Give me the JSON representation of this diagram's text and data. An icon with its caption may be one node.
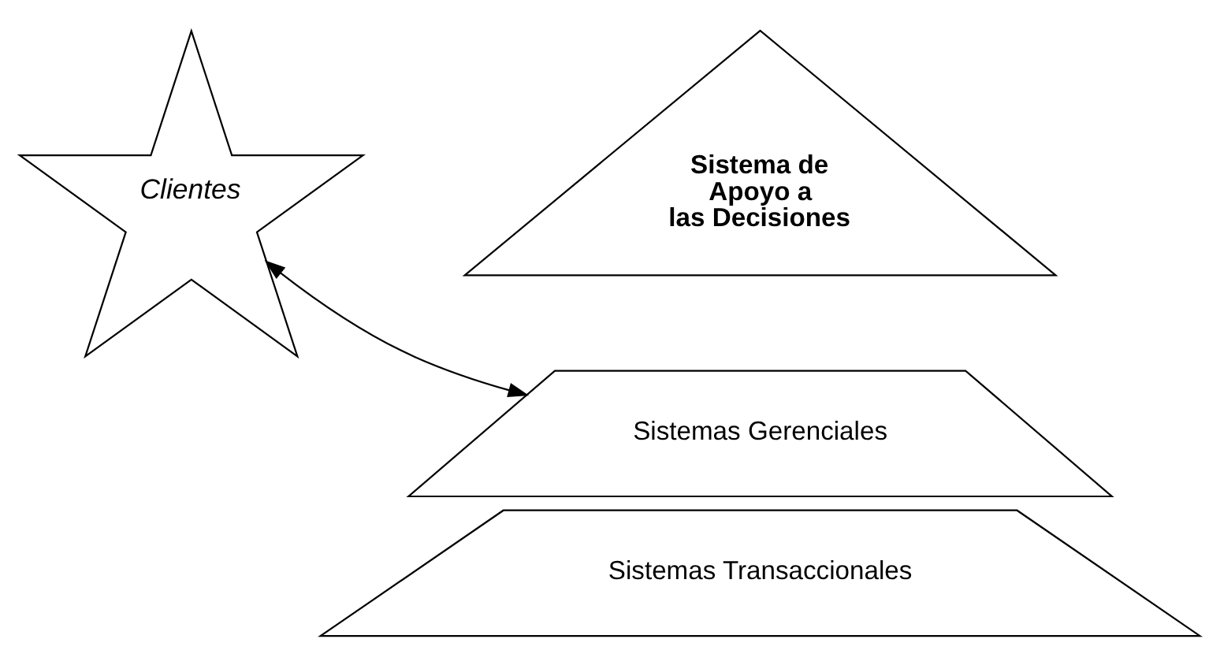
{
  "diagram": {
    "nodes": [
      {
        "text": [
          "Clientes"
        ]
      },
      {
        "text": [
          "Sistema de Apoyo a las Decisiones"
        ]
      },
      {
        "text": [
          "Sistemas Gerenciales"
        ]
      },
      {
        "text": [
          "Sistemas Transaccionales"
        ]
      }
    ],
    "edges": [
      {
        "from": 0,
        "to": 2,
        "arrow": "both"
      }
    ]
  }
}
